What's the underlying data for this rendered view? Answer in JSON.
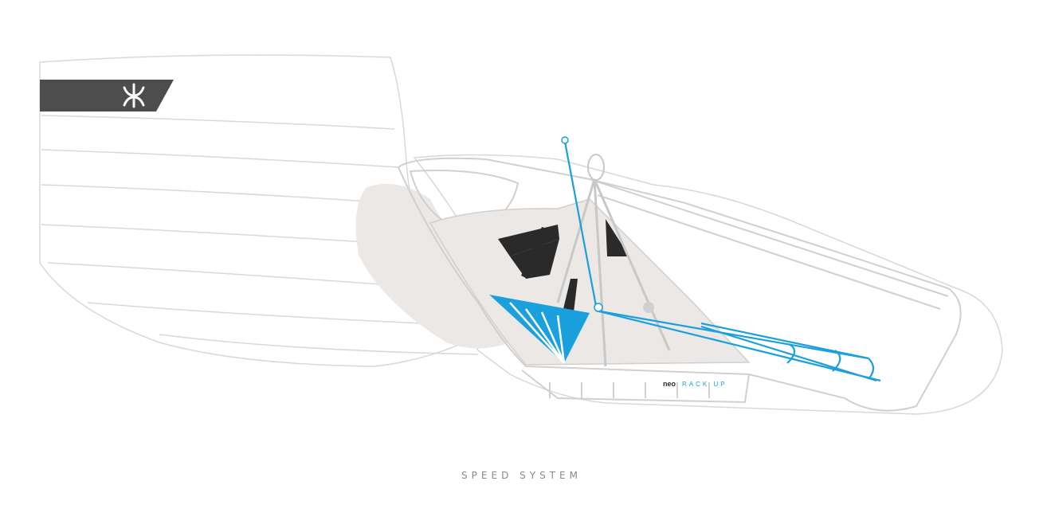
{
  "caption": "SPEED SYSTEM",
  "brand": {
    "name": "neo",
    "model": "RACK UP"
  },
  "logo_icon": "stylized-trident-logo",
  "colors": {
    "background": "#ffffff",
    "outline": "#d6d6d6",
    "shade": "#ebe8e6",
    "accent_blue": "#1aa0dc",
    "dark": "#2a2a2a",
    "logo_band": "#4d4d4d",
    "caption": "#8a8a8a"
  }
}
